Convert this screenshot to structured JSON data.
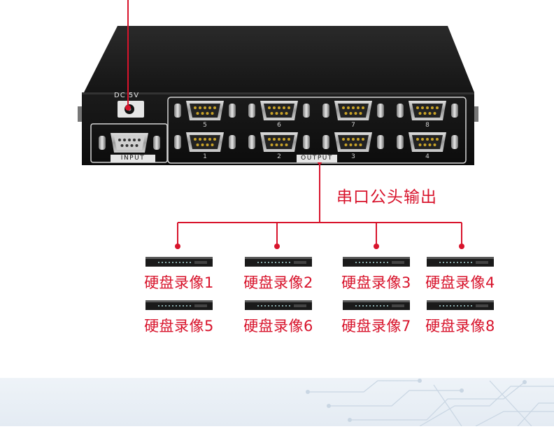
{
  "device": {
    "power_label": "DC 5V",
    "input_label": "INPUT",
    "output_label": "OUTPUT",
    "top_port_numbers": [
      "5",
      "6",
      "7",
      "8"
    ],
    "bottom_port_numbers": [
      "1",
      "2",
      "3",
      "4"
    ]
  },
  "connection": {
    "label": "串口公头输出"
  },
  "recorders": [
    {
      "label": "硬盘录像1"
    },
    {
      "label": "硬盘录像2"
    },
    {
      "label": "硬盘录像3"
    },
    {
      "label": "硬盘录像4"
    },
    {
      "label": "硬盘录像5"
    },
    {
      "label": "硬盘录像6"
    },
    {
      "label": "硬盘录像7"
    },
    {
      "label": "硬盘录像8"
    }
  ],
  "colors": {
    "accent": "#d8142c",
    "device_body": "#1c1c1c",
    "connector_metal": "#b8b8b8"
  }
}
